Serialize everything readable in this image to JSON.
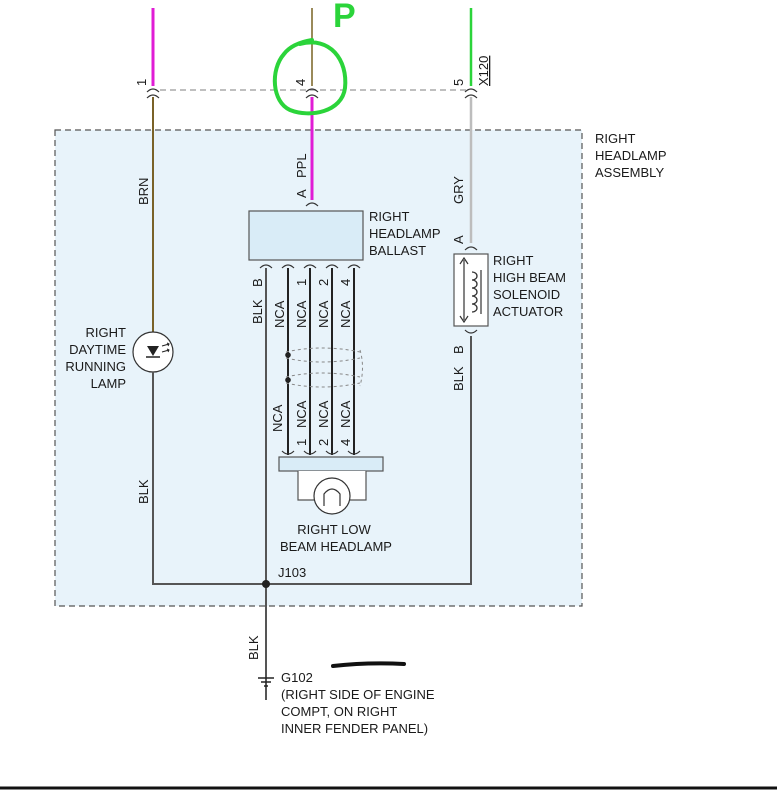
{
  "connector": {
    "name": "X120",
    "pin1": "1",
    "pin4": "4",
    "pin5": "5"
  },
  "annotation": {
    "handwritten_mark": "P"
  },
  "assembly": {
    "line1": "RIGHT",
    "line2": "HEADLAMP",
    "line3": "ASSEMBLY"
  },
  "wires": {
    "brn": "BRN",
    "ppl": "PPL",
    "gry": "GRY",
    "blk_left": "BLK",
    "blk_ballast": "BLK",
    "blk_solenoid": "BLK",
    "blk_ground": "BLK"
  },
  "ballast": {
    "line1": "RIGHT",
    "line2": "HEADLAMP",
    "line3": "BALLAST",
    "pin_a": "A",
    "pin_b": "B",
    "upper_wires": [
      "NCA",
      "NCA",
      "NCA",
      "NCA"
    ],
    "upper_pins": [
      "1",
      "2",
      "4"
    ],
    "lower_left": "NCA",
    "lower_wires": [
      "NCA",
      "NCA",
      "NCA"
    ],
    "lower_pins": [
      "1",
      "2",
      "4"
    ]
  },
  "solenoid": {
    "line1": "RIGHT",
    "line2": "HIGH BEAM",
    "line3": "SOLENOID",
    "line4": "ACTUATOR",
    "pin_a": "A",
    "pin_b": "B"
  },
  "drl": {
    "line1": "RIGHT",
    "line2": "DAYTIME",
    "line3": "RUNNING",
    "line4": "LAMP"
  },
  "low_beam": {
    "line1": "RIGHT LOW",
    "line2": "BEAM HEADLAMP"
  },
  "splice": {
    "name": "J103"
  },
  "ground": {
    "name": "G102",
    "line1": "(RIGHT SIDE OF ENGINE",
    "line2": "COMPT, ON RIGHT",
    "line3": "INNER FENDER PANEL)"
  },
  "colors": {
    "brn": "#7a6228",
    "ppl": "#e01cd5",
    "gry": "#bdbdbd",
    "green": "#2bd43a",
    "blk": "#555555",
    "box_fill": "#e8f3fa",
    "ballast_fill": "#d9ecf7"
  }
}
